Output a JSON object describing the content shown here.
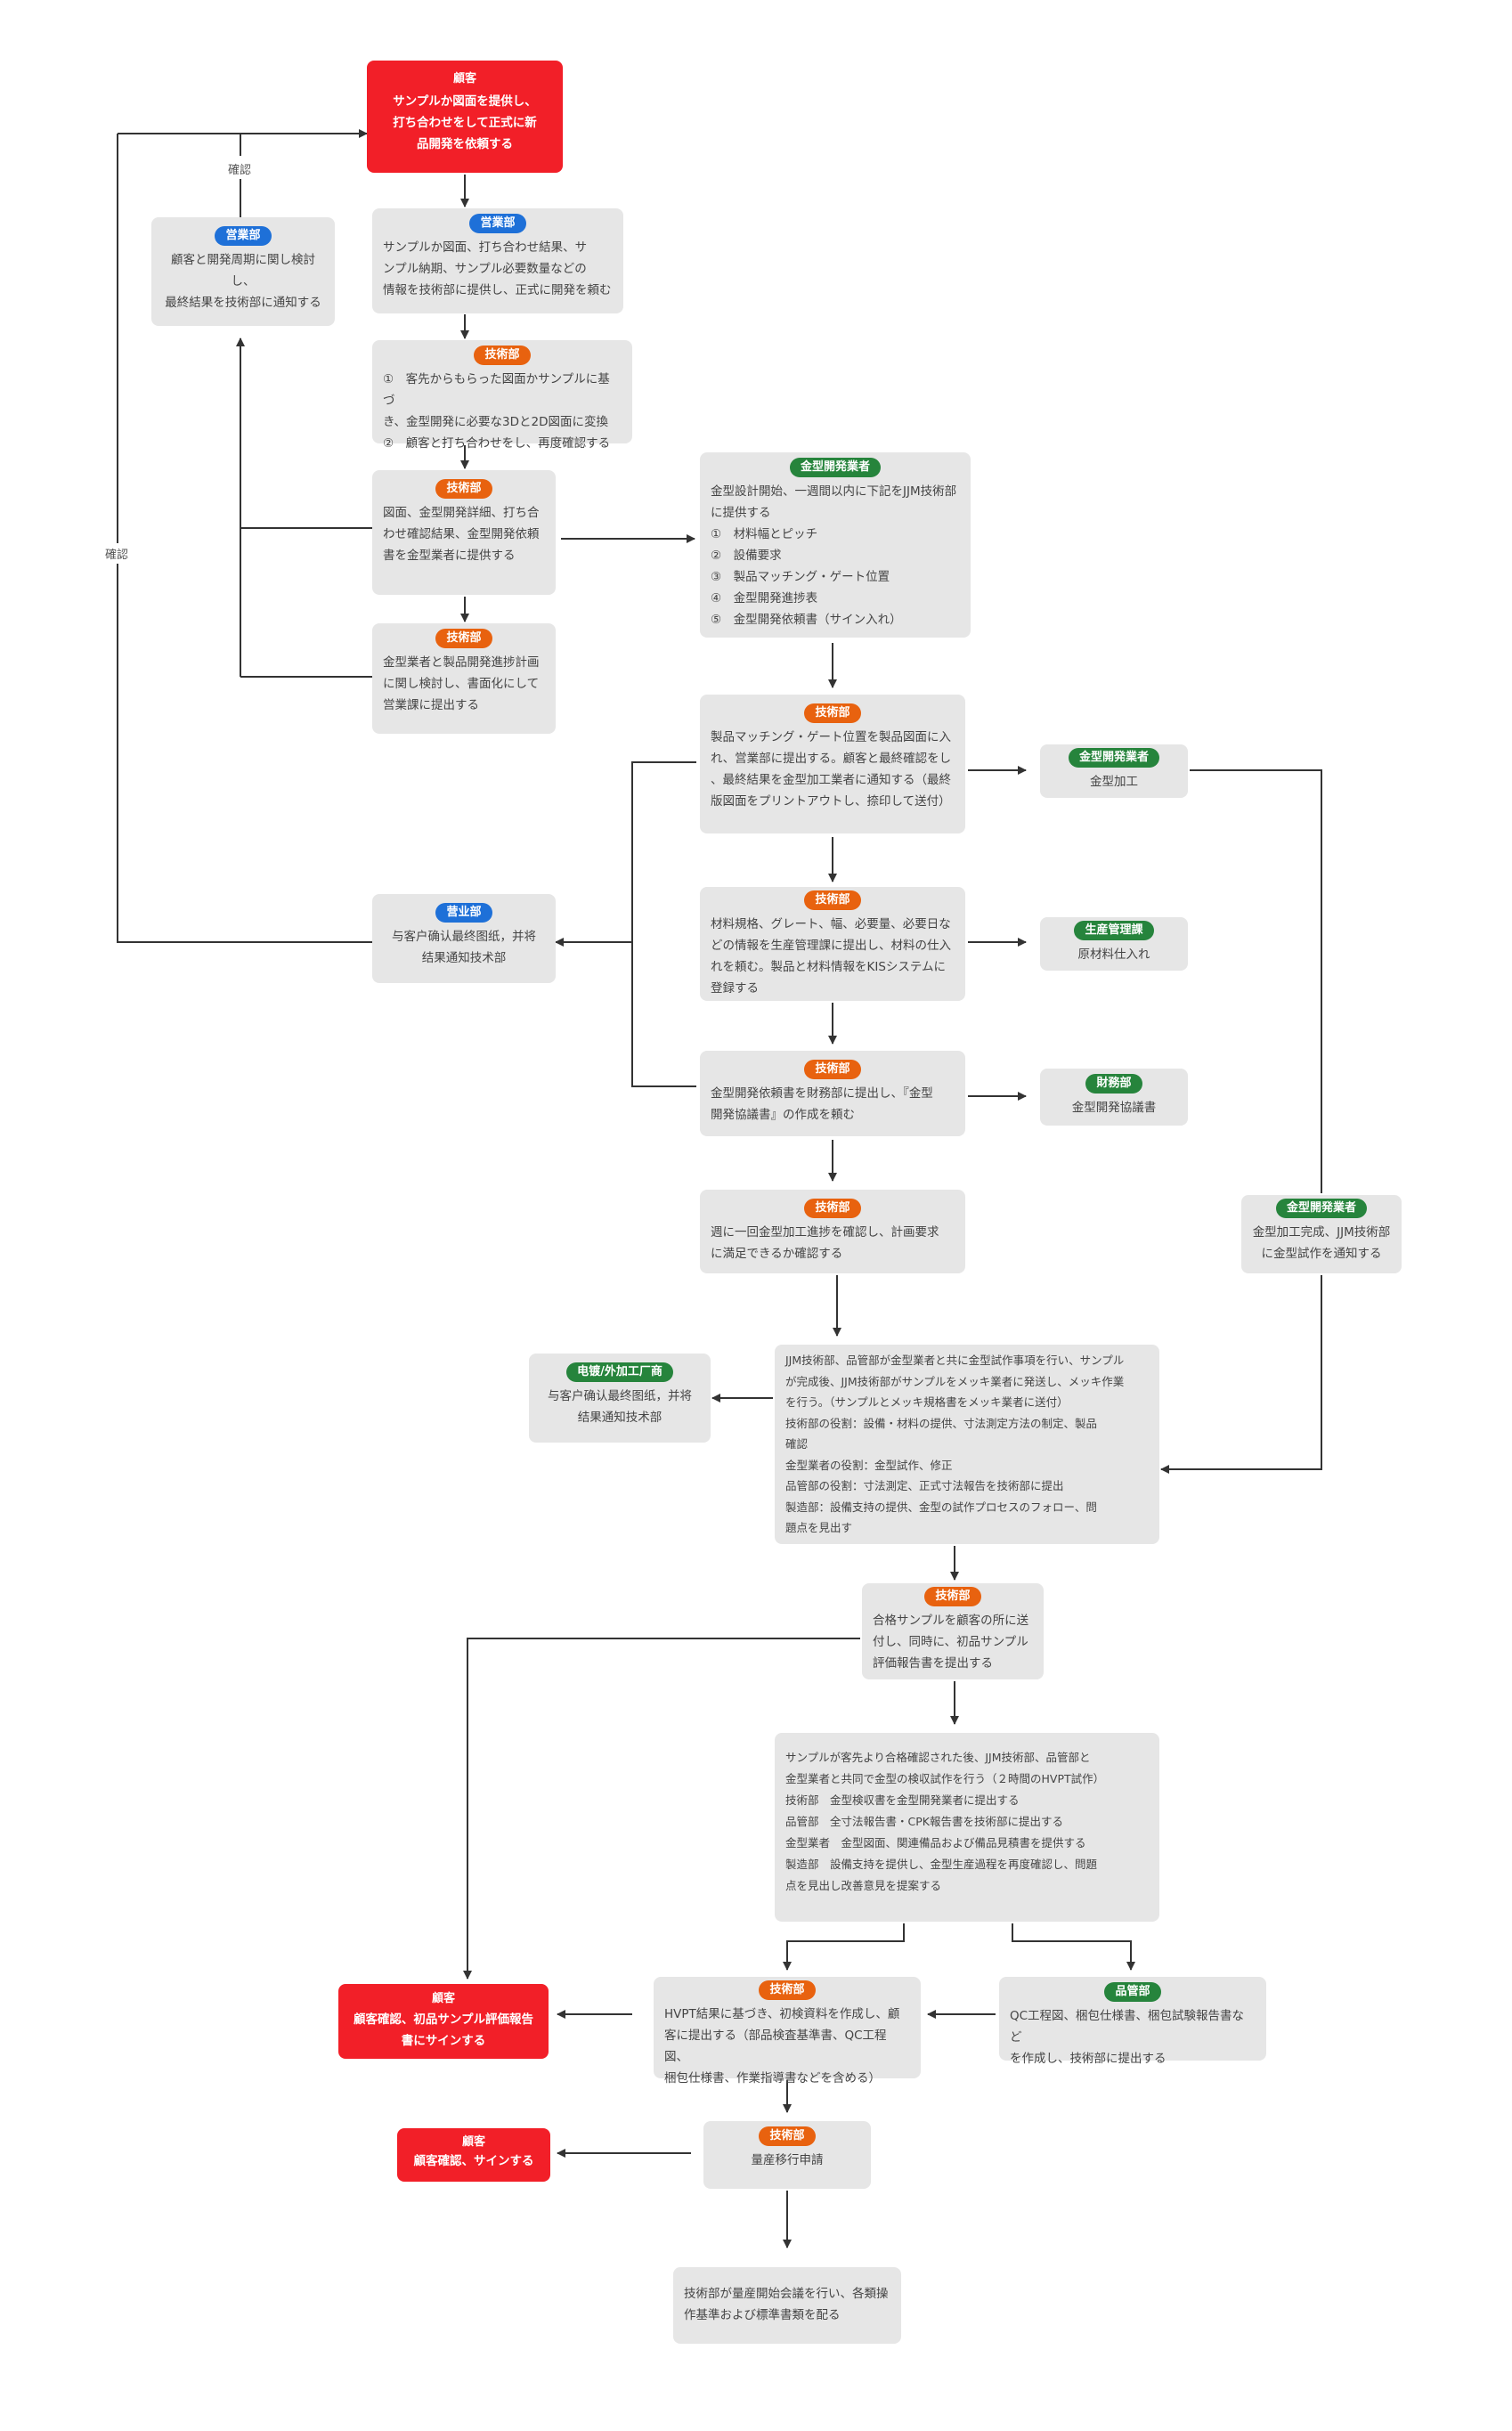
{
  "labels": {
    "confirm_top": "確認",
    "confirm_left": "確認"
  },
  "colors": {
    "red": "#f21f28",
    "orange": "#e8620f",
    "green": "#26843c",
    "blue": "#1e70d8",
    "box": "#e6e6e6"
  },
  "nodes": {
    "n1": {
      "tag": "顧客",
      "text": "サンプルか図面を提供し、\n打ち合わせをして正式に新\n品開発を依頼する"
    },
    "n2": {
      "tag": "営業部",
      "text": "サンプルか図面、打ち合わせ結果、サ\nンプル納期、サンプル必要数量などの\n情報を技術部に提供し、正式に開発を頼む"
    },
    "n3": {
      "tag": "技術部",
      "text": "①　客先からもらった図面かサンプルに基づ\nき、金型開発に必要な3Dと2D図面に変換\n②　顧客と打ち合わせをし、再度確認する"
    },
    "n4": {
      "tag": "技術部",
      "text": "図面、金型開発詳細、打ち合\nわせ確認結果、金型開発依頼\n書を金型業者に提供する"
    },
    "n5": {
      "tag": "技術部",
      "text": "金型業者と製品開発進捗計画\nに関し検討し、書面化にして\n営業課に提出する"
    },
    "n6": {
      "tag": "営業部",
      "text": "顧客と開発周期に関し検討し、\n最終結果を技術部に通知する"
    },
    "n7": {
      "tag": "金型開発業者",
      "text": "金型設計開始、一週間以内に下記をJJM技術部\nに提供する\n①　材料幅とピッチ\n②　設備要求\n③　製品マッチング・ゲート位置\n④　金型開発進捗表\n⑤　金型開発依頼書（サイン入れ）"
    },
    "n8": {
      "tag": "技術部",
      "text": "製品マッチング・ゲート位置を製品図面に入\nれ、営業部に提出する。顧客と最終確認をし\n、最終結果を金型加工業者に通知する（最終\n版図面をプリントアウトし、捺印して送付）"
    },
    "n9": {
      "tag": "金型開発業者",
      "text": "金型加工"
    },
    "n10": {
      "tag": "技術部",
      "text": "材料規格、グレート、幅、必要量、必要日な\nどの情報を生産管理課に提出し、材料の仕入\nれを頼む。製品と材料情報をKISシステムに\n登録する"
    },
    "n11": {
      "tag": "生産管理課",
      "text": "原材料仕入れ"
    },
    "n12": {
      "tag": "营业部",
      "text": "与客户确认最终图纸，并将\n结果通知技术部"
    },
    "n13": {
      "tag": "技術部",
      "text": "金型開発依頼書を財務部に提出し、『金型\n開発協議書』の作成を頼む"
    },
    "n14": {
      "tag": "財務部",
      "text": "金型開発協議書"
    },
    "n15": {
      "tag": "技術部",
      "text": "週に一回金型加工進捗を確認し、計画要求\nに満足できるか確認する"
    },
    "n16": {
      "tag": "金型開発業者",
      "text": "金型加工完成、JJM技術部\nに金型試作を通知する"
    },
    "n17": {
      "text": "JJM技術部、品管部が金型業者と共に金型試作事項を行い、サンプル\nが完成後、JJM技術部がサンプルをメッキ業者に発送し、メッキ作業\nを行う。（サンプルとメッキ規格書をメッキ業者に送付）\n技術部の役割：設備・材料の提供、寸法測定方法の制定、製品\n確認\n金型業者の役割：金型試作、修正\n品管部の役割：寸法測定、正式寸法報告を技術部に提出\n製造部：設備支持の提供、金型の試作プロセスのフォロー、問\n題点を見出す"
    },
    "n18": {
      "tag": "电镀/外加工厂商",
      "text": "与客户确认最终图纸，并将\n结果通知技术部"
    },
    "n19": {
      "tag": "技術部",
      "text": "合格サンプルを顧客の所に送\n付し、同時に、初品サンプル\n評価報告書を提出する"
    },
    "n20": {
      "text": "サンプルが客先より合格確認された後、JJM技術部、品管部と\n金型業者と共同で金型の検収試作を行う（２時間のHVPT試作）\n技術部　金型検収書を金型開発業者に提出する\n品管部　全寸法報告書・CPK報告書を技術部に提出する\n金型業者　金型図面、関連備品および備品見積書を提供する\n製造部　設備支持を提供し、金型生産過程を再度確認し、問題\n点を見出し改善意見を提案する"
    },
    "n21": {
      "tag": "技術部",
      "text": "HVPT結果に基づき、初検資料を作成し、顧\n客に提出する（部品検査基準書、QC工程図、\n梱包仕様書、作業指導書などを含める）"
    },
    "n22": {
      "tag": "品管部",
      "text": "QC工程図、梱包仕様書、梱包試験報告書など\nを作成し、技術部に提出する"
    },
    "n23": {
      "tag": "顧客",
      "text": "顧客確認、初品サンプル評価報告\n書にサインする"
    },
    "n24": {
      "tag": "技術部",
      "text": "量産移行申請"
    },
    "n25": {
      "tag": "顧客",
      "text": "顧客確認、サインする"
    },
    "n26": {
      "text": "技術部が量産開始会議を行い、各類操\n作基準および標準書類を配る"
    }
  }
}
